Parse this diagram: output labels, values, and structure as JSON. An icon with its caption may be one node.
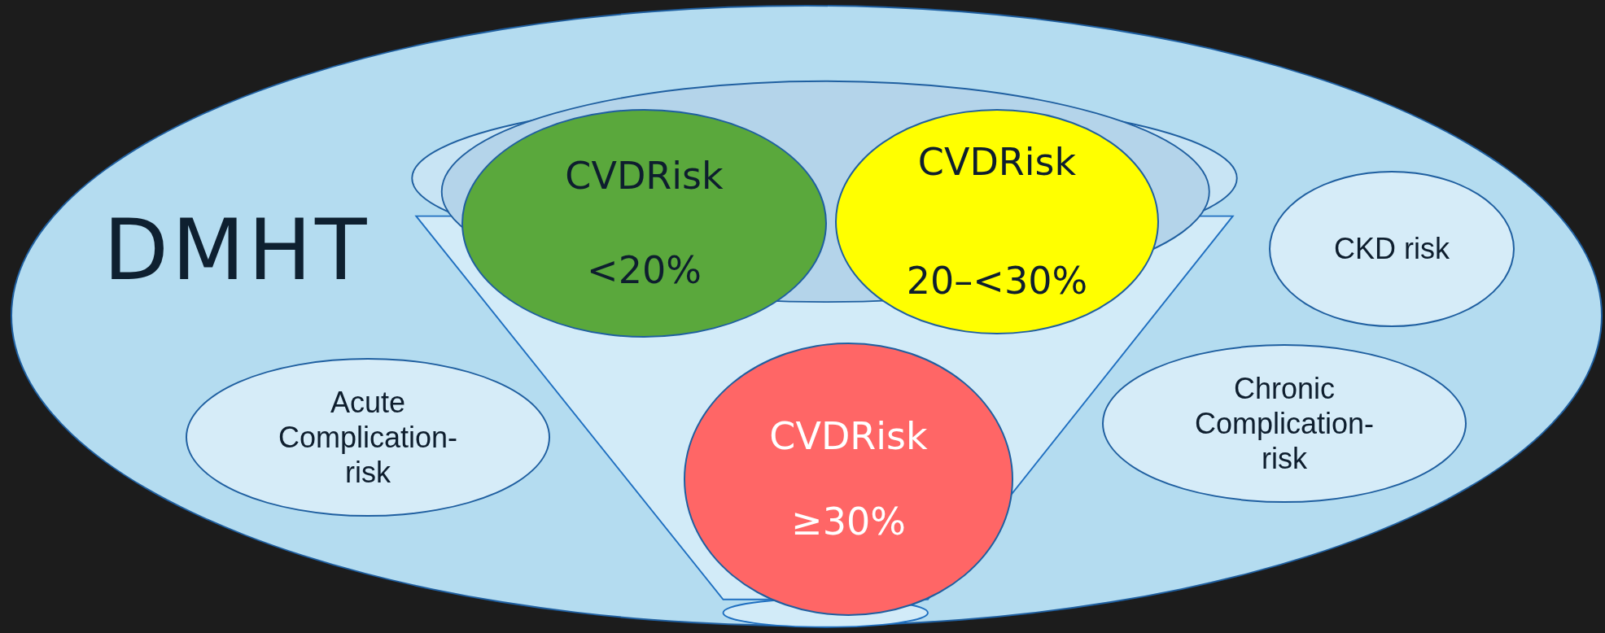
{
  "diagram": {
    "nodes": [
      {
        "text": [
          "DMHT"
        ]
      },
      {
        "text": [],
        "shape": "funnel",
        "in": 0
      },
      {
        "text": [
          "CVDRisk",
          "<20%"
        ],
        "in": 0
      },
      {
        "text": [
          "CVDRisk",
          "20–<30%"
        ],
        "in": 0
      },
      {
        "text": [
          "CKD risk"
        ],
        "in": 0
      },
      {
        "text": [
          "Acute Complication-risk"
        ],
        "in": 0
      },
      {
        "text": [
          "CVDRisk",
          "≥30%"
        ],
        "in": 0
      },
      {
        "text": [
          "Chronic Complication-risk"
        ],
        "in": 0
      }
    ],
    "edges": []
  }
}
